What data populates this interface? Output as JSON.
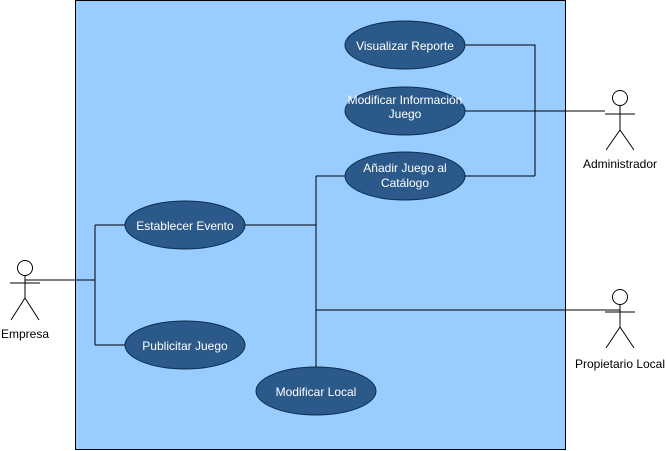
{
  "colors": {
    "system_fill": "#99ccff",
    "system_stroke": "#000000",
    "usecase_fill": "#2b5a8a",
    "usecase_stroke": "#0c2c4e",
    "usecase_text": "#ffffff",
    "line": "#000000"
  },
  "actors": {
    "administrador": "Administrador",
    "empresa": "Empresa",
    "propietario": "Propietario Local"
  },
  "use_cases": {
    "visualizar_reporte": [
      "Visualizar Reporte"
    ],
    "modificar_info": [
      "Modificar Información",
      "Juego"
    ],
    "anadir_juego": [
      "Añadir Juego al",
      "Catálogo"
    ],
    "establecer_evento": [
      "Establecer Evento"
    ],
    "publicitar_juego": [
      "Publicitar Juego"
    ],
    "modificar_local": [
      "Modificar Local"
    ]
  }
}
